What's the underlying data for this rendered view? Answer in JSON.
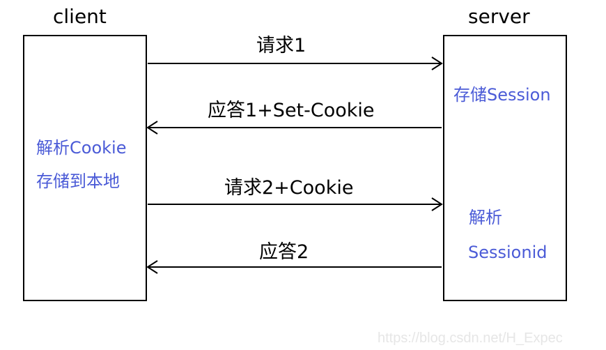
{
  "client": {
    "title": "client",
    "notes": [
      "解析Cookie",
      "存储到本地"
    ]
  },
  "server": {
    "title": "server",
    "notes": [
      "存储Session",
      "解析",
      "Sessionid"
    ]
  },
  "messages": [
    {
      "label": "请求1",
      "direction": "client-to-server"
    },
    {
      "label": "应答1+Set-Cookie",
      "direction": "server-to-client"
    },
    {
      "label": "请求2+Cookie",
      "direction": "client-to-server"
    },
    {
      "label": "应答2",
      "direction": "server-to-client"
    }
  ],
  "watermark": "https://blog.csdn.net/H_Expec",
  "colors": {
    "note": "#4b5bd7",
    "line": "#000000"
  }
}
